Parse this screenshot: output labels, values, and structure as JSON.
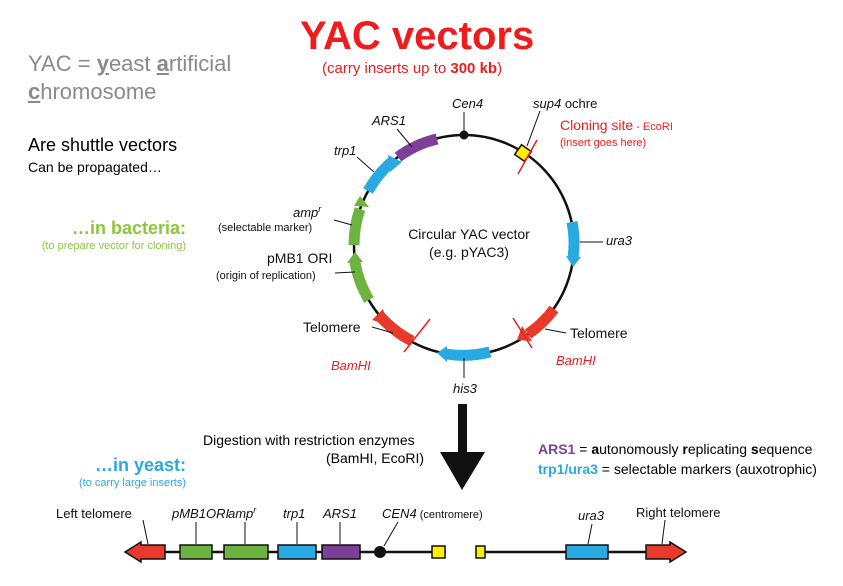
{
  "title": "YAC vectors",
  "subtitle": {
    "prefix": "(carry inserts up to ",
    "bold": "300 kb",
    "suffix": ")"
  },
  "definition": {
    "yac": "YAC = ",
    "y": "y",
    "east": "east ",
    "a": "a",
    "rtificial": "rtificial",
    "c": "c",
    "hromosome": "hromosome"
  },
  "shuttle": {
    "heading": "Are shuttle vectors",
    "sub": "Can be propagated…"
  },
  "bacteria": {
    "label": "…in bacteria:",
    "sub": "(to prepare vector for cloning)"
  },
  "yeast": {
    "label": "…in yeast:",
    "sub": "(to carry large inserts)"
  },
  "circle": {
    "center_line1": "Circular YAC vector",
    "center_line2": "(e.g. pYAC3)",
    "cen4": "Cen4",
    "ars1": "ARS1",
    "trp1": "trp1",
    "sup4": "sup4",
    "ochre": " ochre",
    "cloning_site": "Cloning site",
    "ecori": " - EcoRI",
    "insert_note": "(insert goes here)",
    "ura3": "ura3",
    "amp": "amp",
    "amp_sup": "r",
    "selectable_marker": "(selectable marker)",
    "pmb1": "pMB1 ORI",
    "origin": "(origin of replication)",
    "telomere_left": "Telomere",
    "telomere_right": "Telomere",
    "bamhi_left": "BamHI",
    "bamhi_right": "BamHI",
    "his3": "his3"
  },
  "digestion": {
    "line1": "Digestion with restriction enzymes",
    "line2": "(BamHI, EcoRI)"
  },
  "legend": {
    "ars1_key": "ARS1",
    "ars1_text": [
      " = ",
      "a",
      "utonomously ",
      "r",
      "eplicating ",
      "s",
      "equence"
    ],
    "markers_key": "trp1/ura3",
    "markers_text": " = selectable markers (auxotrophic)"
  },
  "linear": {
    "left_telomere": "Left telomere",
    "pmb1": "pMB1ORI",
    "amp": "amp",
    "amp_sup": "r",
    "trp1": "trp1",
    "ars1": "ARS1",
    "cen4": "CEN4",
    "centromere": " (centromere)",
    "ura3": "ura3",
    "right_telomere": "Right telomere"
  },
  "colors": {
    "red": "#ee1c1c",
    "green": "#6cb33f",
    "blue": "#29a9e1",
    "purple": "#7d3f98",
    "yellow": "#ffee00",
    "telomere": "#e8392a"
  }
}
